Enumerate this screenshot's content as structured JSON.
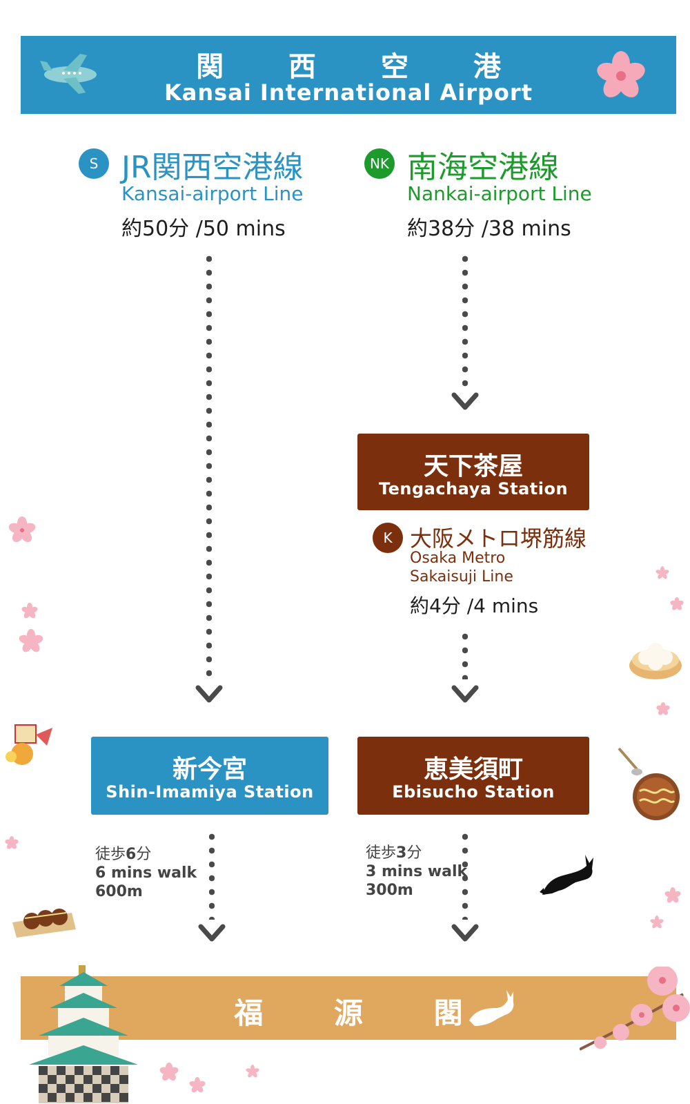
{
  "header": {
    "title_jp": "関 西 空 港",
    "title_en": "Kansai International Airport"
  },
  "routes": {
    "jr": {
      "badge": "S",
      "name_jp": "JR関西空港線",
      "name_en": "Kansai-airport Line",
      "time": "約50分 /50 mins",
      "color": "#2b93c4"
    },
    "nankai": {
      "badge": "NK",
      "name_jp": "南海空港線",
      "name_en": "Nankai-airport Line",
      "time": "約38分 /38 mins",
      "color": "#1c9a2b"
    },
    "metro": {
      "badge": "K",
      "name_jp": "大阪メトロ堺筋線",
      "name_en_1": "Osaka Metro",
      "name_en_2": "Sakaisuji Line",
      "time": "約4分 /4 mins",
      "color": "#7b2f0d"
    }
  },
  "stations": {
    "tengachaya": {
      "name_jp": "天下茶屋",
      "name_en": "Tengachaya Station",
      "color": "#7b2f0d"
    },
    "shin_imamiya": {
      "name_jp": "新今宮",
      "name_en": "Shin-Imamiya Station",
      "color": "#2b93c4"
    },
    "ebisucho": {
      "name_jp": "恵美須町",
      "name_en": "Ebisucho Station",
      "color": "#7b2f0d"
    }
  },
  "walks": {
    "left": {
      "jp_prefix": "徒歩",
      "jp_num": "6",
      "jp_unit": "分",
      "en": "6 mins walk",
      "dist": "600m"
    },
    "right": {
      "jp_prefix": "徒歩",
      "jp_num": "3",
      "jp_unit": "分",
      "en": "3 mins walk",
      "dist": "300m"
    }
  },
  "footer": {
    "title_jp": "福 源 閣"
  },
  "icons": [
    "airplane-icon",
    "sakura-icon",
    "rabbit-icon",
    "castle-icon",
    "takoyaki-icon",
    "okonomiyaki-icon",
    "dumplings-icon"
  ]
}
